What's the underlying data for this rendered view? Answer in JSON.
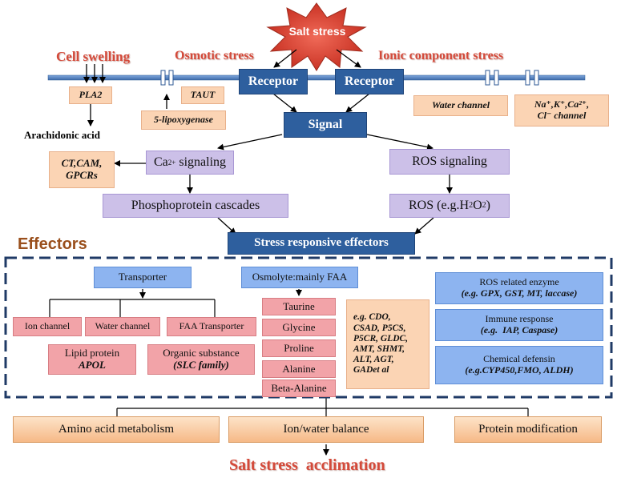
{
  "top": {
    "salt_stress": "Salt stress",
    "cell_swelling": "Cell swelling",
    "osmotic_stress": "Osmotic stress",
    "ionic_stress": "Ionic component stress"
  },
  "membrane": {
    "pla2": "PLA2",
    "taut": "TAUT",
    "lipoxygenase": "5-lipoxygenase",
    "receptor_left": "Receptor",
    "receptor_right": "Receptor",
    "water_channel": "Water channel",
    "ion_channel_line1": "Na⁺,K⁺,Ca²⁺,",
    "ion_channel_line2": "Cl⁻ channel"
  },
  "signaling": {
    "arachidonic_acid": "Arachidonic acid",
    "signal": "Signal",
    "ca_signaling_prefix": "Ca",
    "ca_signaling_sup": "2+",
    "ca_signaling_suffix": " signaling",
    "ros_signaling": "ROS signaling",
    "ct_cam_line1": "CT,CAM,",
    "ct_cam_line2": "GPCRs",
    "phosphoprotein": "Phosphoprotein cascades",
    "ros_prefix": "ROS (e.g.H",
    "ros_sub1": "2",
    "ros_mid": "O",
    "ros_sub2": "2",
    "ros_suffix": ")",
    "stress_effectors": "Stress responsive effectors"
  },
  "effectors": {
    "heading": "Effectors",
    "transporter": "Transporter",
    "osmolyte": "Osmolyte:mainly FAA",
    "ion_channel": "Ion channel",
    "water_channel": "Water channel",
    "faa_transporter": "FAA Transporter",
    "lipid_protein": "Lipid protein",
    "apol": "APOL",
    "organic_substance": "Organic substance",
    "slc_family": "(SLC family)",
    "osmolytes": [
      "Taurine",
      "Glycine",
      "Proline",
      "Alanine",
      "Beta-Alanine"
    ],
    "enzymes_lines": [
      "e.g. CDO,",
      "CSAD, P5CS,",
      "P5CR, GLDC,",
      "AMT, SHMT,",
      "ALT, AGT,",
      "GADet al"
    ],
    "ros_enzyme_title": "ROS related enzyme",
    "ros_enzyme_detail": "(e.g. GPX, GST, MT, laccase)",
    "immune_title": "Immune response",
    "immune_detail": "(e.g.  IAP, Caspase)",
    "chem_title": "Chemical defensin",
    "chem_detail": "(e.g.CYP450,FMO, ALDH)"
  },
  "outcomes": {
    "amino_acid": "Amino acid metabolism",
    "ion_water": "Ion/water balance",
    "protein_mod": "Protein modification",
    "acclimation": "Salt stress  acclimation"
  },
  "colors": {
    "membrane": "#4a7ab8",
    "title_red": "#d44a3a",
    "navy": "#2e5f9e",
    "dashed_border": "#1f3a66"
  }
}
